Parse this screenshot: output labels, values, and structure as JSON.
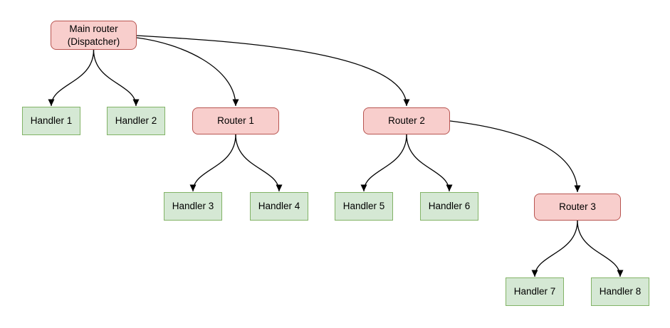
{
  "diagram": {
    "type": "tree-flowchart",
    "background": "#ffffff",
    "colors": {
      "router_fill": "#f8cecc",
      "router_border": "#b85450",
      "handler_fill": "#d5e8d4",
      "handler_border": "#82b366",
      "edge": "#000000",
      "text": "#000000"
    },
    "nodes": {
      "main": {
        "label": "Main router\n(Dispatcher)",
        "kind": "router"
      },
      "router1": {
        "label": "Router 1",
        "kind": "router"
      },
      "router2": {
        "label": "Router 2",
        "kind": "router"
      },
      "router3": {
        "label": "Router 3",
        "kind": "router"
      },
      "handler1": {
        "label": "Handler 1",
        "kind": "handler"
      },
      "handler2": {
        "label": "Handler 2",
        "kind": "handler"
      },
      "handler3": {
        "label": "Handler 3",
        "kind": "handler"
      },
      "handler4": {
        "label": "Handler 4",
        "kind": "handler"
      },
      "handler5": {
        "label": "Handler 5",
        "kind": "handler"
      },
      "handler6": {
        "label": "Handler 6",
        "kind": "handler"
      },
      "handler7": {
        "label": "Handler 7",
        "kind": "handler"
      },
      "handler8": {
        "label": "Handler 8",
        "kind": "handler"
      }
    },
    "edges": [
      {
        "from": "main",
        "to": "handler1"
      },
      {
        "from": "main",
        "to": "handler2"
      },
      {
        "from": "main",
        "to": "router1"
      },
      {
        "from": "main",
        "to": "router2"
      },
      {
        "from": "router1",
        "to": "handler3"
      },
      {
        "from": "router1",
        "to": "handler4"
      },
      {
        "from": "router2",
        "to": "handler5"
      },
      {
        "from": "router2",
        "to": "handler6"
      },
      {
        "from": "router2",
        "to": "router3"
      },
      {
        "from": "router3",
        "to": "handler7"
      },
      {
        "from": "router3",
        "to": "handler8"
      }
    ]
  }
}
